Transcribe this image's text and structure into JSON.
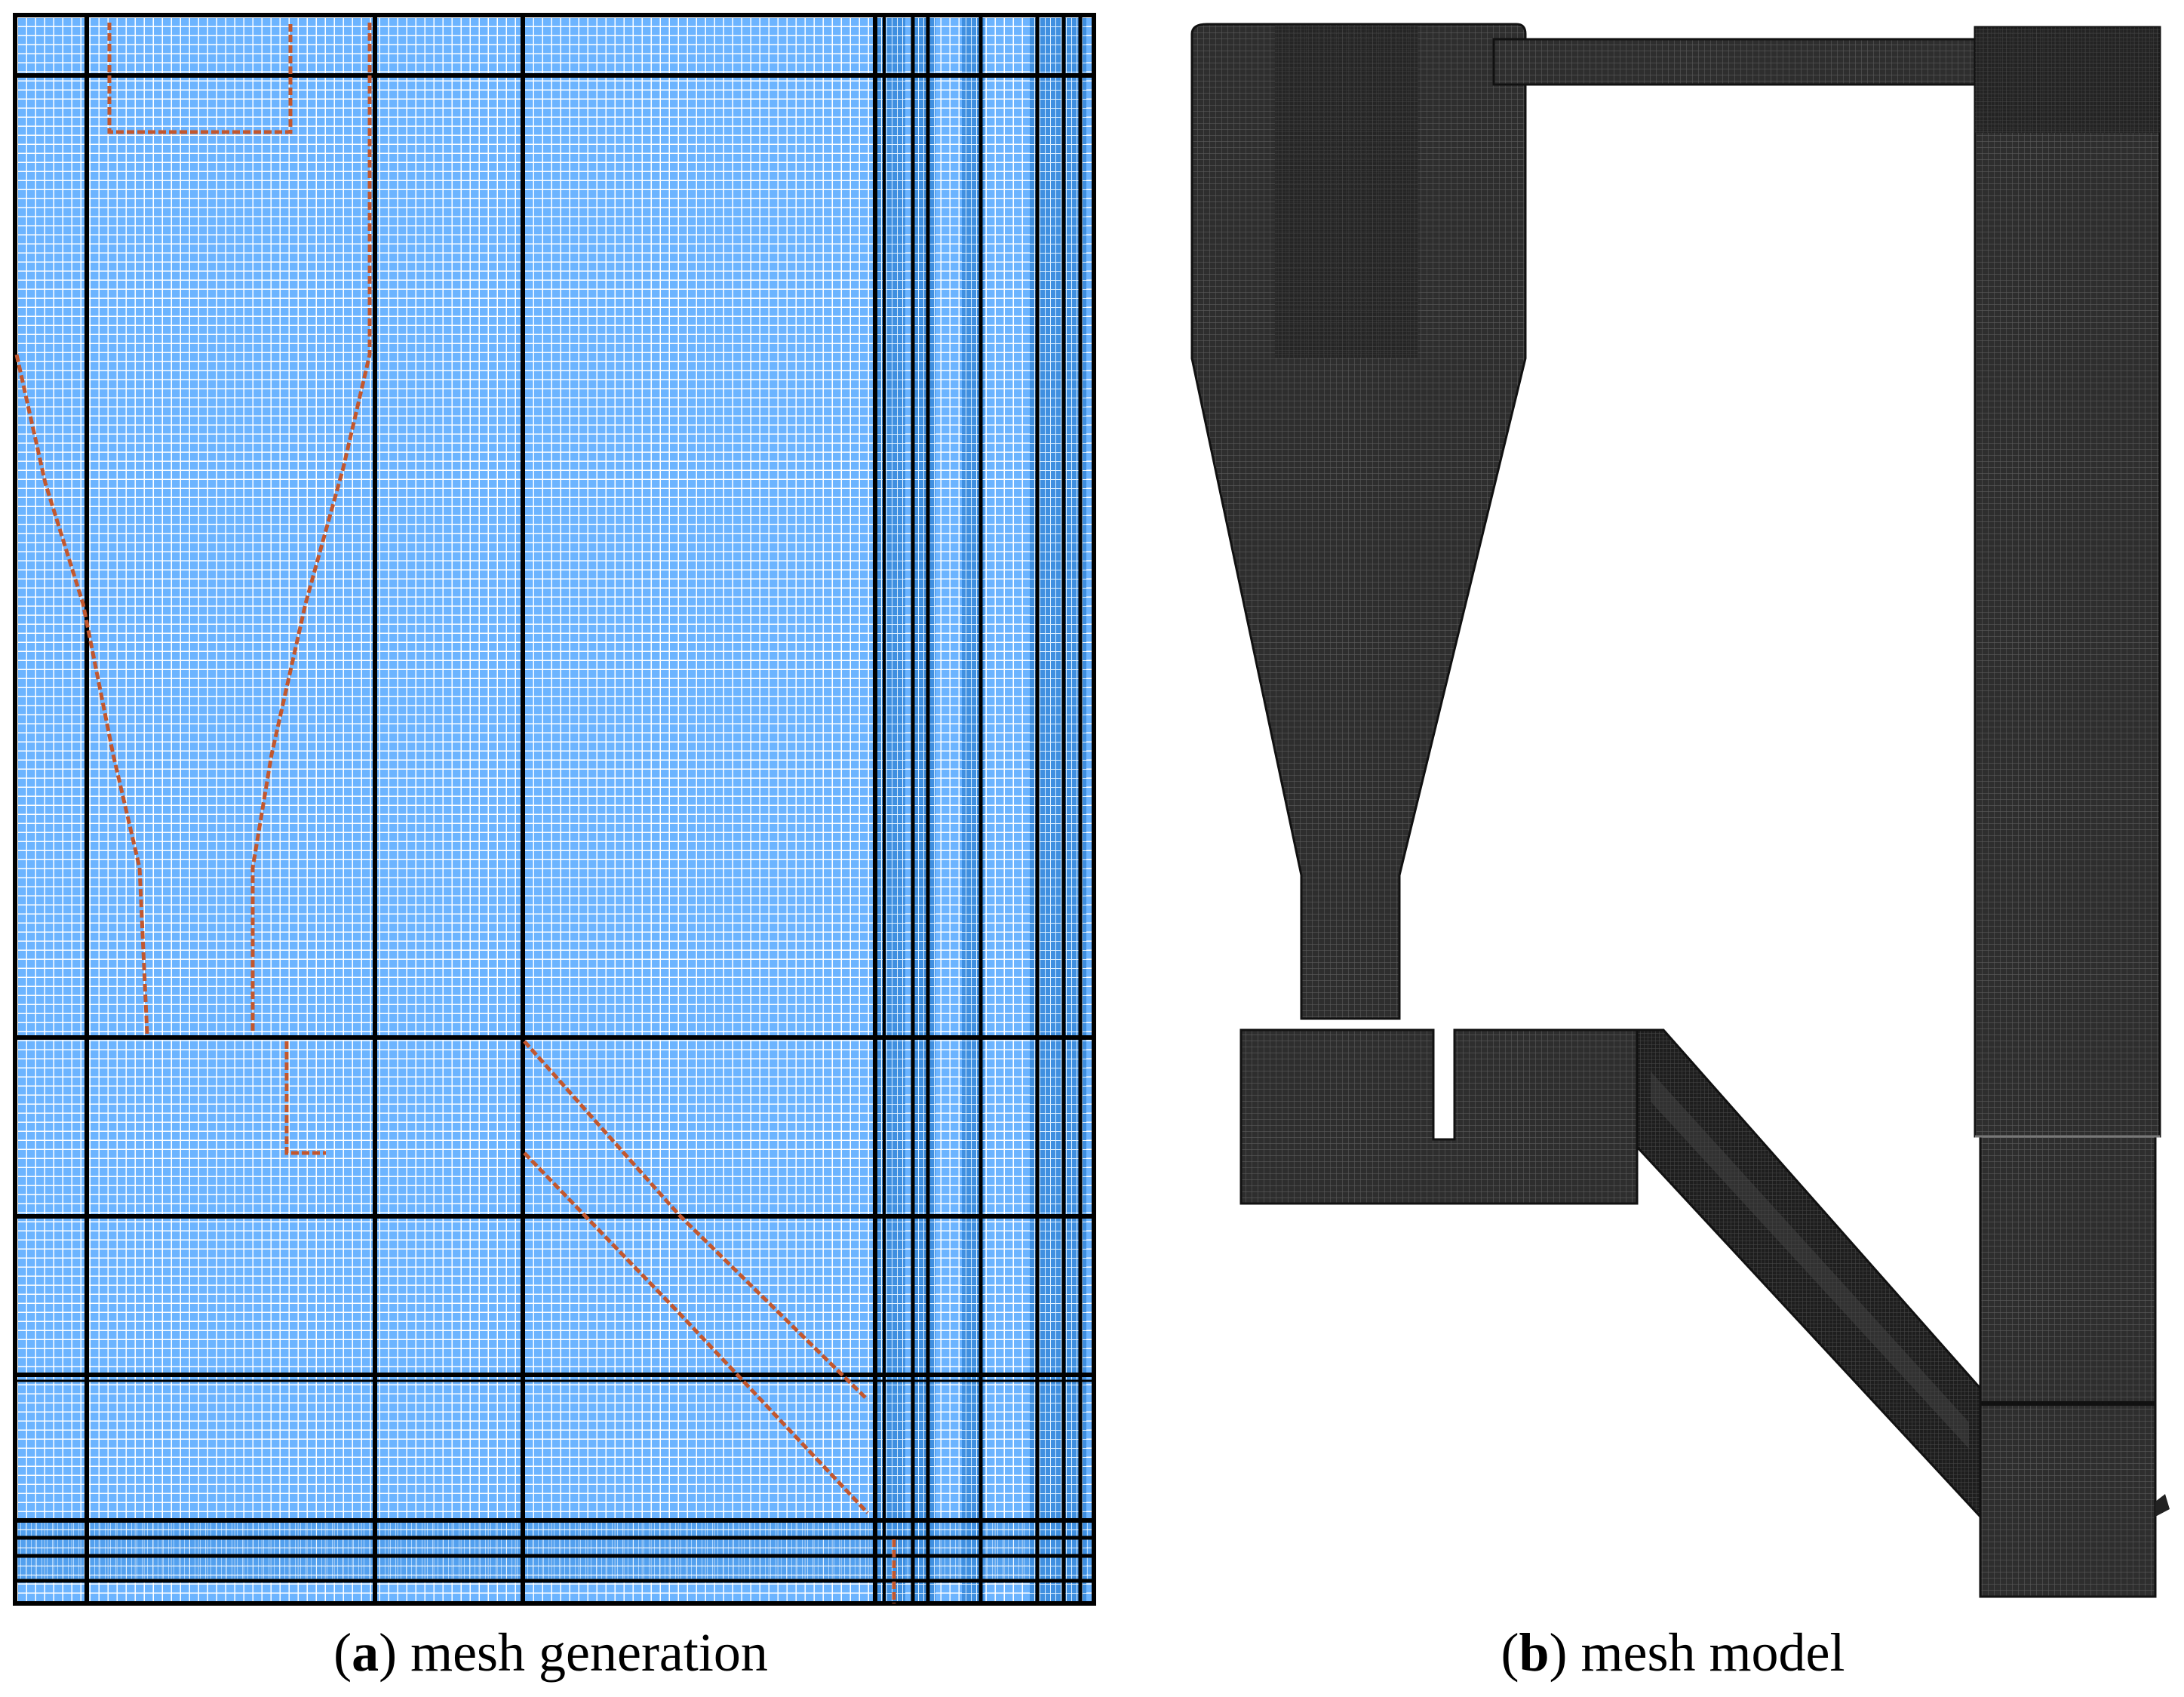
{
  "colors": {
    "mesh_fill": "#6cb4ff",
    "mesh_grid": "#ffffff",
    "block_line": "#000000",
    "edge_line": "#c2572e",
    "model_fill": "#333333",
    "model_dark": "#111111"
  },
  "panel_a": {
    "caption_letter": "a",
    "caption_text": " mesh generation"
  },
  "panel_b": {
    "caption_letter": "b",
    "caption_text": " mesh model"
  }
}
